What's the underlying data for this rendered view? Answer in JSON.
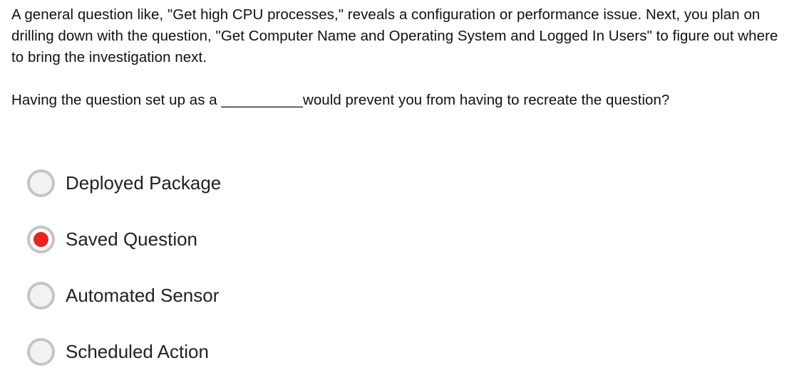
{
  "question": {
    "paragraph_1": "A general question like, \"Get high CPU processes,\" reveals a configuration or performance issue. Next, you plan on drilling down with the question, \"Get Computer Name and Operating System and Logged In Users\" to figure out where to bring the investigation next.",
    "paragraph_2": "Having the question set up as a __________would prevent you from having to recreate the question?"
  },
  "answers": {
    "selected_index": 1,
    "selected_color": "#e8241c",
    "unselected_ring_color": "#c4c4c4",
    "unselected_fill_color": "#f2f2f2",
    "options": [
      {
        "label": "Deployed Package",
        "selected": false
      },
      {
        "label": "Saved Question",
        "selected": true
      },
      {
        "label": "Automated Sensor",
        "selected": false
      },
      {
        "label": "Scheduled Action",
        "selected": false
      }
    ]
  }
}
